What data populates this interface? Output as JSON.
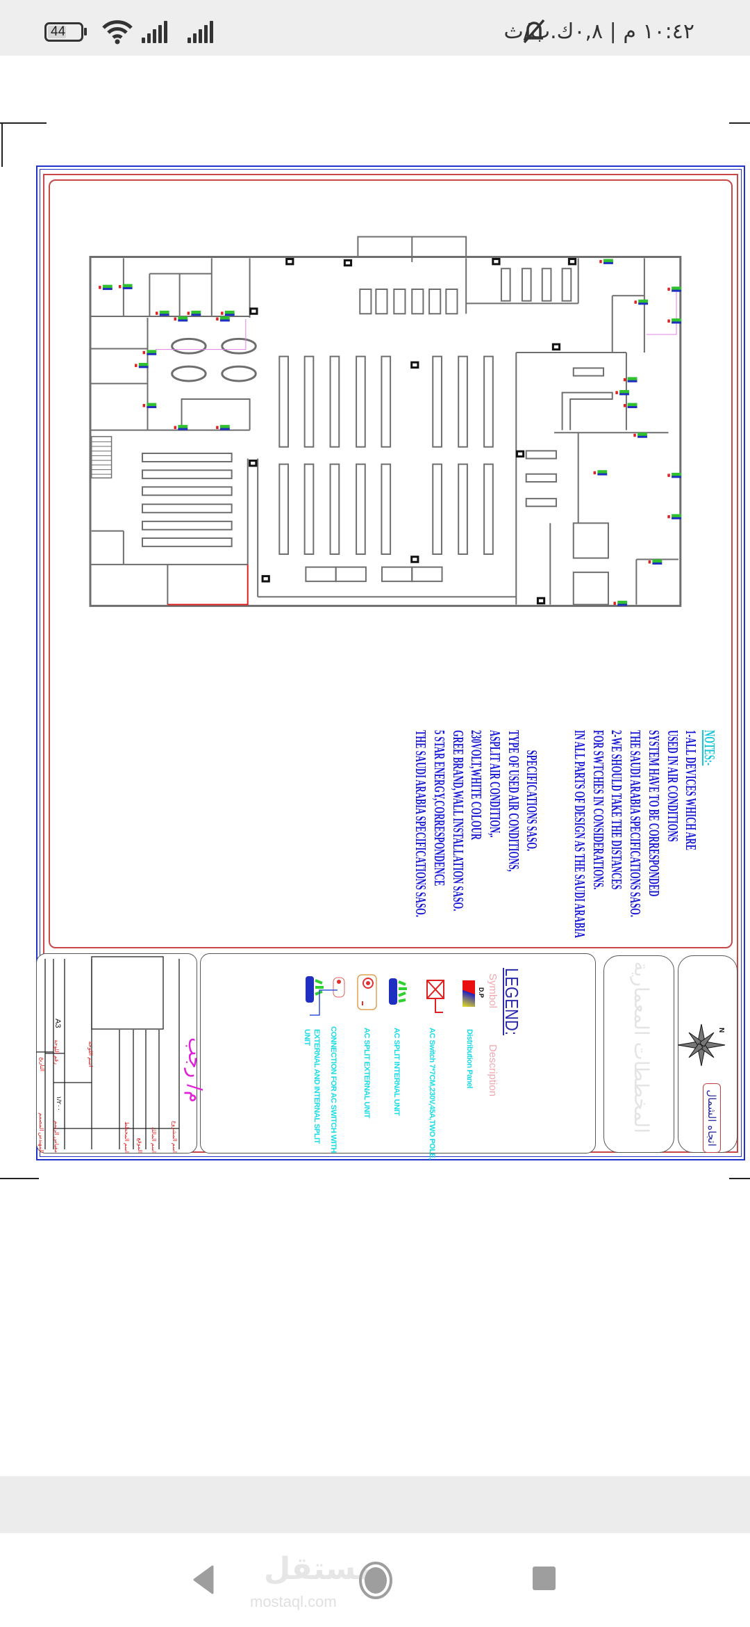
{
  "status_bar": {
    "battery_level": "44",
    "time": "١٠:٤٢ م",
    "separator": "|",
    "network_speed": "٠,٨ك.ب/ث",
    "icons": [
      "battery-icon",
      "wifi-icon",
      "signal-icon",
      "signal-icon",
      "bell-muted-icon"
    ]
  },
  "drawing": {
    "notes": {
      "title": "NOTES:-",
      "lines": [
        "1-ALL DEVICES WHICH ARE",
        "USED IN AIR CONDITIONS",
        "SYSTEM HAVE TO BE CORRESPONDED",
        "THE SAUDI ARABIA SPECIFICATIONS SASO.",
        "2-WE SHOULD TAKE THE DISTANCES",
        "FOR SWTCHES IN CONSIDERATIONS.",
        "IN ALL PARTS OF DESIGN AS THE SAUDI ARABIA"
      ],
      "spec_lines": [
        "SPECIFICATIONS SASO.",
        "TYPE OF USED AIR CONDITIONS,",
        "ASPLIT AIR CONDITION,.",
        "230VOLT,WHITE COLOUR",
        "GREE BRAND,WALL INSTALLATION SASO.",
        "5 STAR ENERGY,CORRESPONDENCE",
        "THE SAUDI ARABIA SPECIFICATIONS SASO."
      ]
    },
    "legend": {
      "title": "LEGEND:",
      "symbol_header": "Symbol",
      "description_header": "Description",
      "dp_label": "D.P",
      "items": [
        {
          "icon": "distribution-panel-icon",
          "description": "Distribution  Panel"
        },
        {
          "icon": "ac-switch-icon",
          "description": "AC Switch 7*7CM,230V,45A,TWO POLE,"
        },
        {
          "icon": "ac-split-internal-icon",
          "description": "AC SPLIT INTERNAL UNIT"
        },
        {
          "icon": "ac-split-external-icon",
          "description": "AC SPLIT EXTERNAL UNIT"
        },
        {
          "icon": "connection-icon",
          "description": "CONNECTION FOR AC SWITCH WITH",
          "description2": "EXTERNAL AND INTERNAL SPLIT",
          "description3": "UNIT"
        }
      ]
    },
    "title_block": {
      "drawings_title": "المخططات المعمارية",
      "north_label": "اتجاه الشمال",
      "signature": "م/ رجب",
      "paper_size": "A3",
      "scale_value": "١/٢٠٠",
      "labels": [
        "اسم المشروع",
        "اسم المالك",
        "الموقع",
        "اسم المخطط",
        "اسم اللوحة",
        "مقياس الرسم",
        "رقم اللوحة",
        "التاريخ",
        "المهندس المصمم"
      ]
    }
  },
  "watermark": {
    "arabic": "مستقل",
    "latin": "mostaql.com"
  },
  "colors": {
    "notes_blue": "#1a1ad2",
    "legend_cyan": "#19dde8",
    "frame_red": "#c84848",
    "frame_blue": "#2233cc"
  }
}
